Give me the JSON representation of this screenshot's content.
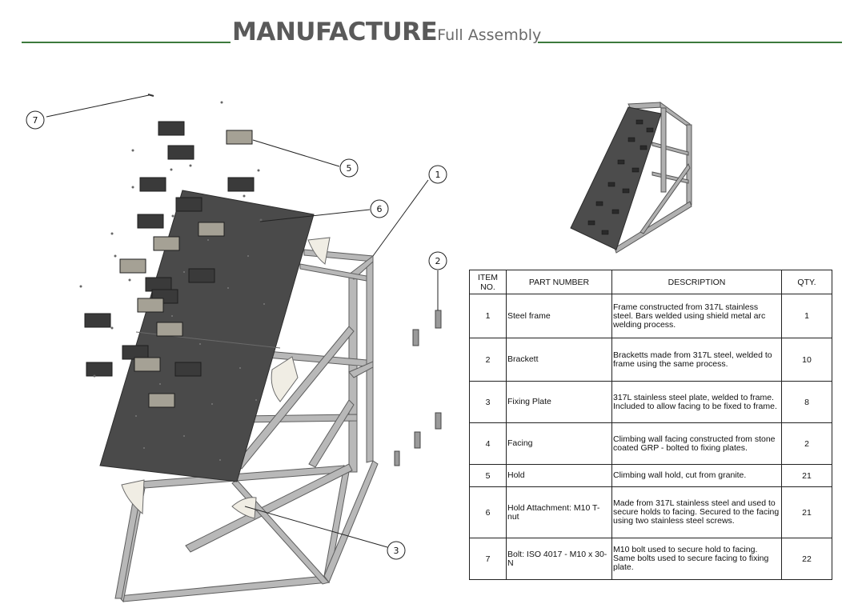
{
  "header": {
    "title": "MANUFACTURE",
    "subtitle": "Full Assembly"
  },
  "balloons": [
    "1",
    "2",
    "3",
    "5",
    "6",
    "7"
  ],
  "bom": {
    "headers": {
      "item": "ITEM NO.",
      "part": "PART NUMBER",
      "desc": "DESCRIPTION",
      "qty": "QTY."
    },
    "rows": [
      {
        "item": "1",
        "part": "Steel frame",
        "desc": "Frame constructed from 317L stainless steel. Bars welded using shield metal arc welding process.",
        "qty": "1"
      },
      {
        "item": "2",
        "part": "Brackett",
        "desc": "Bracketts made from 317L steel, welded to frame using the same process.",
        "qty": "10"
      },
      {
        "item": "3",
        "part": "Fixing Plate",
        "desc": "317L stainless steel plate, welded to frame. Included to allow facing to be fixed to frame.",
        "qty": "8"
      },
      {
        "item": "4",
        "part": "Facing",
        "desc": "Climbing wall facing constructed from stone coated GRP - bolted to fixing plates.",
        "qty": "2"
      },
      {
        "item": "5",
        "part": "Hold",
        "desc": "Climbing wall hold, cut from granite.",
        "qty": "21"
      },
      {
        "item": "6",
        "part": "Hold Attachment: M10 T-nut",
        "desc": "Made from 317L stainless steel and used to secure holds to facing. Secured to the facing using two stainless steel screws.",
        "qty": "21"
      },
      {
        "item": "7",
        "part": "Bolt: ISO 4017 - M10 x 30-N",
        "desc": "M10 bolt used to secure hold to facing. Same bolts used to secure facing to fixing plate.",
        "qty": "22"
      }
    ]
  },
  "colors": {
    "rule": "#3c7a3c",
    "title": "#5a5a5a"
  }
}
